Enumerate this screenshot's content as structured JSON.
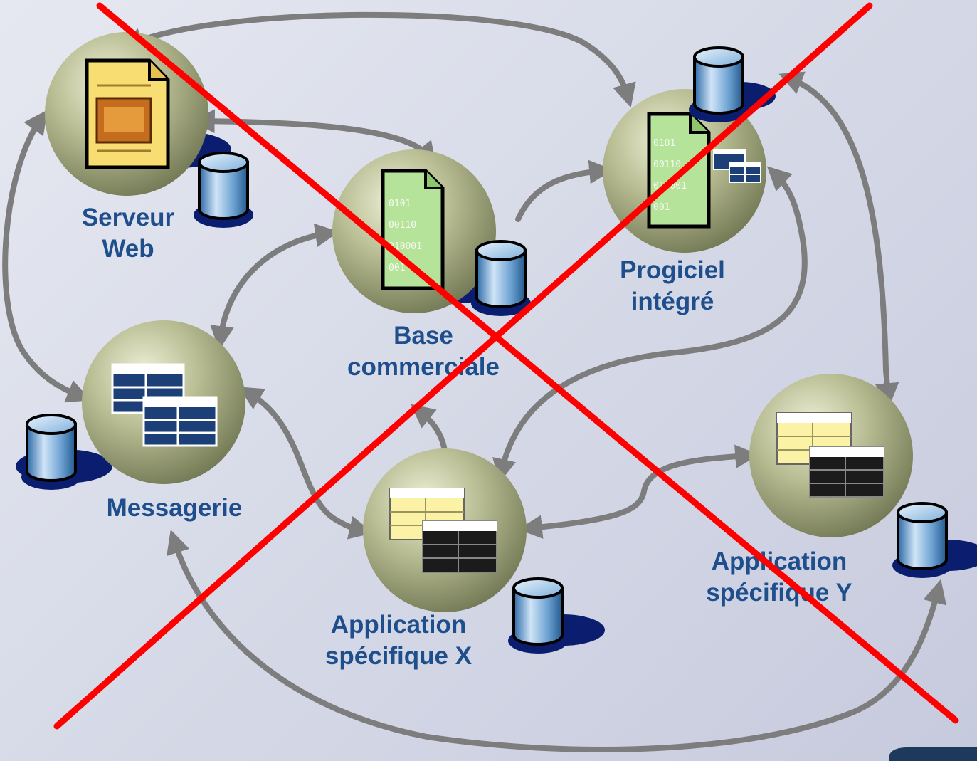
{
  "nodes": {
    "serveur_web": {
      "line1": "Serveur",
      "line2": "Web"
    },
    "base_commerciale": {
      "line1": "Base",
      "line2": "commerciale"
    },
    "progiciel": {
      "line1": "Progiciel",
      "line2": "intégré"
    },
    "messagerie": {
      "line1": "Messagerie"
    },
    "app_x": {
      "line1": "Application",
      "line2": "spécifique X"
    },
    "app_y": {
      "line1": "Application",
      "line2": "spécifique Y"
    }
  },
  "binary_text": [
    "0101",
    "00110",
    "010001",
    "001"
  ],
  "colors": {
    "label": "#1f4e8c",
    "arrow": "#7d7d7d",
    "cross": "#ff0000",
    "node_sphere": "#aab08a",
    "database": "#8fb8df"
  }
}
